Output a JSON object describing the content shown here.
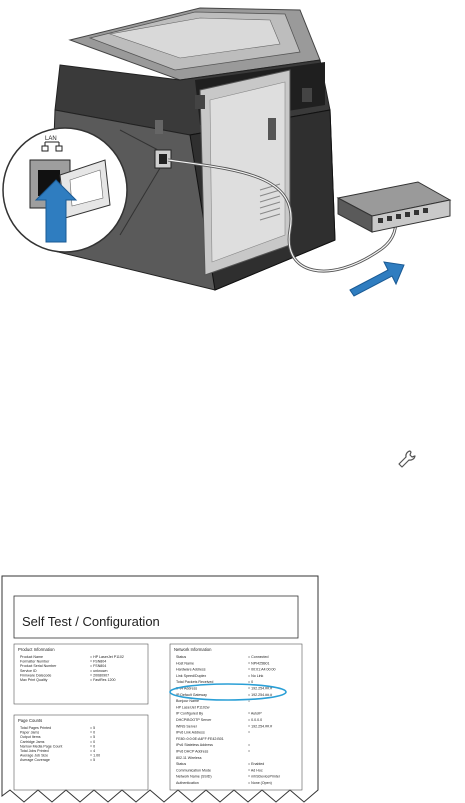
{
  "illustration": {
    "lan_port_label": "LAN",
    "icons": [
      "network-port-icon",
      "ethernet-cable-icon",
      "router-icon",
      "arrow-icon",
      "wrench-icon"
    ]
  },
  "report": {
    "title": "Self Test / Configuration",
    "product_information": {
      "heading": "Product Information",
      "rows": [
        {
          "label": "Product Name",
          "value": "= HP LaserJet P1102"
        },
        {
          "label": "Formatter Number",
          "value": "= FSN804"
        },
        {
          "label": "Product Serial Number",
          "value": "= FSN804"
        },
        {
          "label": "Service ID",
          "value": "= unknown"
        },
        {
          "label": "Firmware Datecode",
          "value": "= 20080907"
        },
        {
          "label": "Max Print Quality",
          "value": "= FastRes 1200"
        }
      ]
    },
    "network_information": {
      "heading": "Network Information",
      "rows": [
        {
          "label": "Status",
          "value": "= Connected"
        },
        {
          "label": "Host Name",
          "value": "= NPI425B01"
        },
        {
          "label": "Hardware Address",
          "value": "= 00:01:A4:00:00"
        },
        {
          "label": "Link Speed/Duplex",
          "value": "= No Link"
        },
        {
          "label": "Total Packets Received",
          "value": "= 0"
        },
        {
          "label": "IPv4 Address",
          "value": "= 192.254.##.#"
        },
        {
          "label": "IP Default Gateway",
          "value": "= 192.254.##.#"
        },
        {
          "label": "Bonjour Name",
          "value": "="
        },
        {
          "label": "HP LaserJet P1102w",
          "value": ""
        },
        {
          "label": "IP Configured By",
          "value": "= AutoIP"
        },
        {
          "label": "DHCP/BOOTP Server",
          "value": "= 0.0.0.0"
        },
        {
          "label": "WINS Server",
          "value": "= 192.254.##.#"
        },
        {
          "label": "IPv6 Link Address",
          "value": "="
        },
        {
          "label": "FE80::0:0:0E:A4FF:FE42:B01",
          "value": ""
        },
        {
          "label": "IPv6 Stateless Address",
          "value": "="
        },
        {
          "label": "IPv6 DHCP Address",
          "value": "="
        },
        {
          "label": "802.11 Wireless",
          "value": ""
        },
        {
          "label": "Status",
          "value": "= Enabled"
        },
        {
          "label": "Communication Mode",
          "value": "= Ad Hoc"
        },
        {
          "label": "Network Name (SSID)",
          "value": "= mhSDevicePrinter"
        },
        {
          "label": "Authentication",
          "value": "= None (Open)"
        }
      ]
    },
    "page_counts": {
      "heading": "Page Counts",
      "rows": [
        {
          "label": "Total Pages Printed",
          "value": "= 5"
        },
        {
          "label": "Paper Jams",
          "value": "= 0"
        },
        {
          "label": "Output Items",
          "value": "= 5"
        },
        {
          "label": "Cartridge Jams",
          "value": "= 0"
        },
        {
          "label": "Narrow Media Page Count",
          "value": "= 0"
        },
        {
          "label": "Total Jobs Printed",
          "value": "= 4"
        },
        {
          "label": "Average Job Size",
          "value": "= 1.00"
        },
        {
          "label": "Average Coverage",
          "value": "= 5"
        }
      ]
    }
  },
  "colors": {
    "highlight": "#2a9fd6",
    "arrow": "#2f7dc0",
    "printer_dark": "#2b2b2b",
    "printer_mid": "#8a8a8a",
    "printer_light": "#c9c9c9"
  }
}
